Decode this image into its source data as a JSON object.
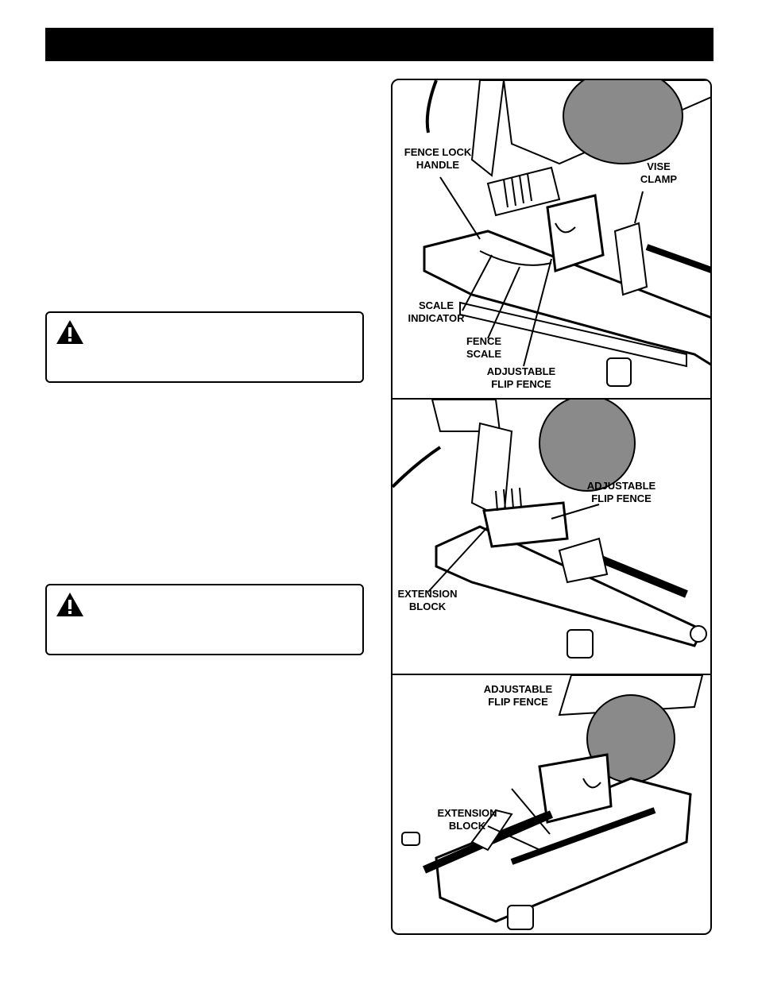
{
  "figure": {
    "panel1": {
      "labels": {
        "fence_lock_handle": "FENCE LOCK\nHANDLE",
        "vise_clamp": "VISE\nCLAMP",
        "scale_indicator": "SCALE\nINDICATOR",
        "fence_scale": "FENCE\nSCALE",
        "adjustable_flip_fence": "ADJUSTABLE\nFLIP FENCE"
      }
    },
    "panel2": {
      "labels": {
        "adjustable_flip_fence": "ADJUSTABLE\nFLIP FENCE",
        "extension_block": "EXTENSION\nBLOCK"
      }
    },
    "panel3": {
      "labels": {
        "adjustable_flip_fence": "ADJUSTABLE\nFLIP FENCE",
        "extension_block": "EXTENSION\nBLOCK"
      }
    }
  },
  "icons": {
    "warning": "warning-triangle-icon"
  },
  "colors": {
    "ink": "#000000",
    "paper": "#ffffff",
    "grit": "#8a8a8a"
  }
}
